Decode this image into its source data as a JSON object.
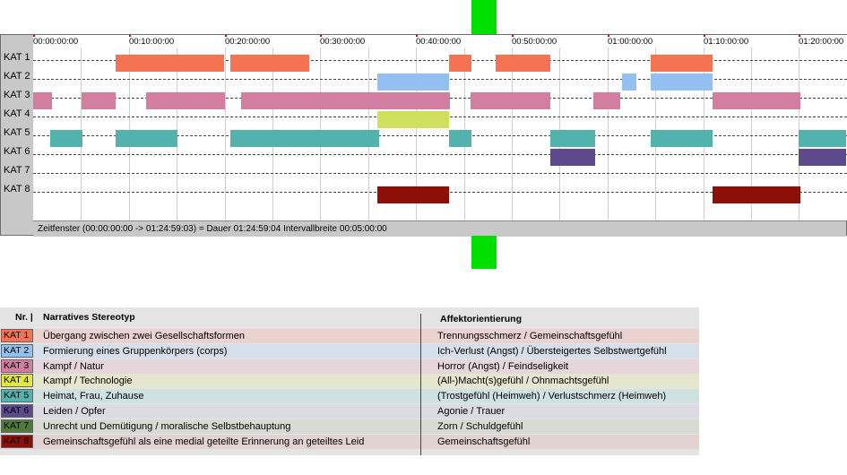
{
  "timeline": {
    "ticks": [
      "00:00:00:00",
      "00:10:00:00",
      "00:20:00:00",
      "00:30:00:00",
      "00:40:00:00",
      "00:50:00:00",
      "01:00:00:00",
      "01:10:00:00",
      "01:20:00:00"
    ],
    "tick_minutes": [
      0,
      10,
      20,
      30,
      40,
      50,
      60,
      70,
      80
    ],
    "status": "Zeitfenster (00:00:00:00 -> 01:24:59:03) = Dauer 01:24:59:04    Intervallbreite 00:05:00:00",
    "rows": [
      {
        "label": "KAT 1",
        "color": "#f37352",
        "segments": [
          [
            8.6,
            19.9
          ],
          [
            20.6,
            28.8
          ],
          [
            43.4,
            45.7
          ],
          [
            48.3,
            54.0
          ],
          [
            64.5,
            71.0
          ]
        ]
      },
      {
        "label": "KAT 2",
        "color": "#93c0f0",
        "segments": [
          [
            36.0,
            43.5
          ],
          [
            61.5,
            63.0
          ],
          [
            64.5,
            71.0
          ]
        ]
      },
      {
        "label": "KAT 3",
        "color": "#d17ea0",
        "segments": [
          [
            0,
            2.0
          ],
          [
            5.1,
            8.7
          ],
          [
            11.8,
            20.0
          ],
          [
            21.7,
            43.5
          ],
          [
            45.7,
            54.0
          ],
          [
            58.5,
            61.3
          ],
          [
            71.0,
            80.2
          ]
        ]
      },
      {
        "label": "KAT 4",
        "color": "#cfe05f",
        "segments": [
          [
            36.0,
            43.5
          ]
        ]
      },
      {
        "label": "KAT 5",
        "color": "#52b2ad",
        "segments": [
          [
            1.8,
            5.2
          ],
          [
            8.6,
            15.1
          ],
          [
            20.6,
            36.1
          ],
          [
            43.4,
            45.7
          ],
          [
            54.0,
            58.7
          ],
          [
            64.5,
            71.0
          ],
          [
            80.0,
            85.0
          ]
        ]
      },
      {
        "label": "KAT 6",
        "color": "#5c4a8c",
        "segments": [
          [
            54.0,
            58.7
          ],
          [
            80.0,
            85.0
          ]
        ]
      },
      {
        "label": "KAT 7",
        "color": "#4f7a3a",
        "segments": []
      },
      {
        "label": "KAT 8",
        "color": "#8c1008",
        "segments": [
          [
            36.0,
            43.5
          ],
          [
            71.0,
            80.2
          ]
        ]
      }
    ]
  },
  "legend": {
    "header": {
      "nr": "Nr. |",
      "stereotyp": "Narratives Stereotyp",
      "affekt": "Affektorientierung"
    },
    "rows": [
      {
        "kat": "KAT 1",
        "color": "#f37352",
        "bg": "#ead2ce",
        "stereotyp": "Übergang zwischen zwei Gesellschaftsformen",
        "affekt": "Trennungsschmerz / Gemeinschaftsgefühl"
      },
      {
        "kat": "KAT 2",
        "color": "#93c0f0",
        "bg": "#d5dfe9",
        "stereotyp": "Formierung eines Gruppenkörpers (corps)",
        "affekt": "Ich-Verlust (Angst) / Übersteigertes Selbstwertgefühl"
      },
      {
        "kat": "KAT 3",
        "color": "#d17ea0",
        "bg": "#e7d5dc",
        "stereotyp": "Kampf / Natur",
        "affekt": "Horror (Angst) / Feindseligkeit"
      },
      {
        "kat": "KAT 4",
        "color": "#e2e93c",
        "bg": "#e4e6ce",
        "stereotyp": "Kampf / Technologie",
        "affekt": "(All-)Macht(s)gefühl / Ohnmachtsgefühl"
      },
      {
        "kat": "KAT 5",
        "color": "#52b2ad",
        "bg": "#cfe2df",
        "stereotyp": "Heimat, Frau, Zuhause",
        "affekt": "(Trostgefühl (Heimweh) / Verlustschmerz (Heimweh)"
      },
      {
        "kat": "KAT 6",
        "color": "#5c4a8c",
        "bg": "#dcdae3",
        "stereotyp": "Leiden / Opfer",
        "affekt": "Agonie / Trauer"
      },
      {
        "kat": "KAT 7",
        "color": "#4f7a3a",
        "bg": "#d6dcd3",
        "stereotyp": "Unrecht und Demütigung / moralische Selbstbehauptung",
        "affekt": "Zorn / Schuldgefühl"
      },
      {
        "kat": "KAT 8",
        "color": "#8c1008",
        "bg": "#e3d2d2",
        "stereotyp": "Gemeinschaftsgefühl als eine medial geteilte Erinnerung an geteiltes Leid",
        "affekt": "Gemeinschaftsgefühl"
      }
    ]
  }
}
